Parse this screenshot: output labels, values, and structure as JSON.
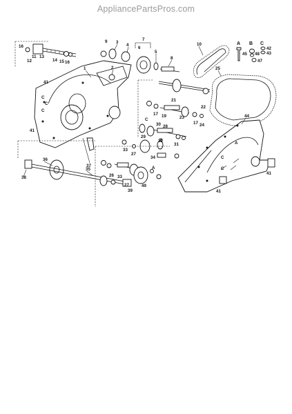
{
  "watermark": "AppliancePartsPros.com",
  "part_labels": [
    "1",
    "2",
    "3",
    "4",
    "5",
    "6",
    "7",
    "8",
    "9",
    "10",
    "11",
    "12",
    "13",
    "14",
    "15",
    "16",
    "16",
    "17",
    "17",
    "19",
    "21",
    "22",
    "23",
    "24",
    "25",
    "26",
    "27",
    "27",
    "28",
    "29",
    "30",
    "31",
    "32",
    "33",
    "33",
    "34",
    "35",
    "36",
    "37",
    "38",
    "39",
    "41",
    "41",
    "41",
    "41",
    "42",
    "43",
    "44",
    "45",
    "47",
    "48",
    "49",
    "A",
    "B",
    "C",
    "C",
    "C",
    "C",
    "C",
    "A",
    "C"
  ],
  "hardware_key": {
    "a": "A",
    "b": "B",
    "c": "C",
    "n45": "45",
    "n48": "48",
    "n42": "42",
    "n43": "43",
    "n47": "47"
  }
}
